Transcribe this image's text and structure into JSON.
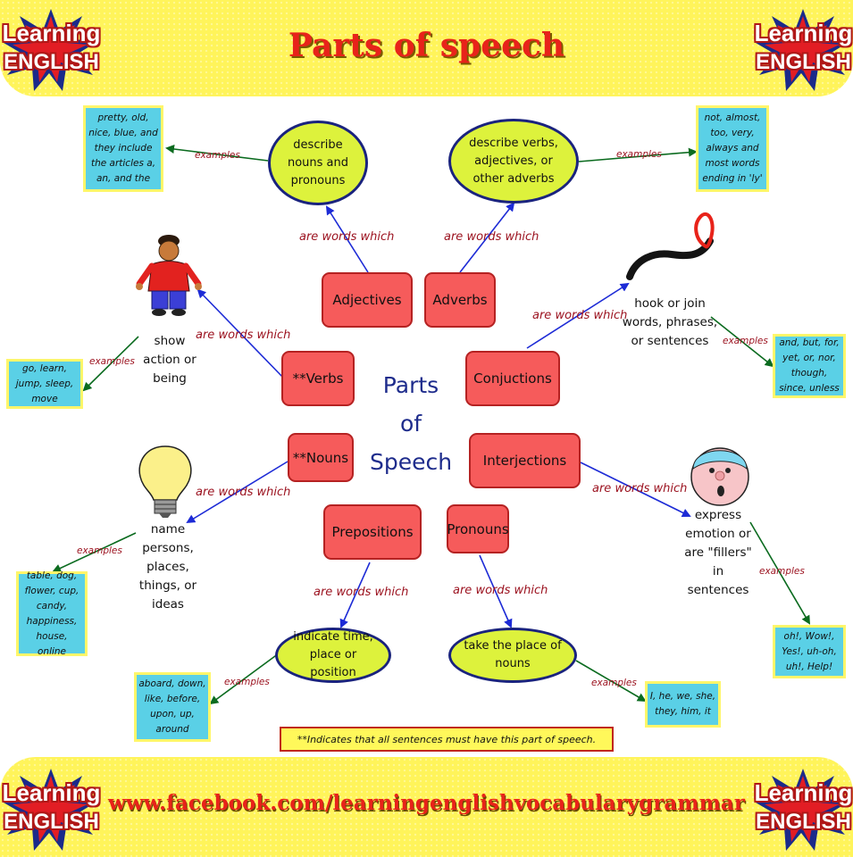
{
  "header": {
    "title": "Parts of speech"
  },
  "footer": {
    "url": "www.facebook.com/learningenglishvocabularygrammar"
  },
  "logo": {
    "line1": "Learning",
    "line2": "ENGLISH"
  },
  "center": {
    "line1": "Parts",
    "line2": "of",
    "line3": "Speech"
  },
  "boxes": {
    "adjectives": "Adjectives",
    "adverbs": "Adverbs",
    "verbs": "**Verbs",
    "conjunctions": "Conjuctions",
    "nouns": "**Nouns",
    "interjections": "Interjections",
    "prepositions": "Prepositions",
    "pronouns": "Pronouns"
  },
  "connector": "are words which",
  "examples_label": "examples",
  "descriptions": {
    "adjectives": "describe nouns and pronouns",
    "adverbs": "describe verbs, adjectives, or other adverbs",
    "verbs": "show action or being",
    "conjunctions": "hook or join words, phrases, or sentences",
    "nouns": "name persons, places, things, or ideas",
    "interjections": "express emotion or are \"fillers\" in sentences",
    "prepositions": "indicate time, place or position",
    "pronouns": "take the place of nouns"
  },
  "examples": {
    "adjectives": "pretty, old, nice, blue, and they include the articles a, an, and the",
    "adverbs": "not, almost, too, very, always and most words ending in 'ly'",
    "verbs": "go, learn, jump, sleep, move",
    "conjunctions": "and, but, for, yet, or, nor, though, since, unless",
    "nouns": "table, dog, flower, cup, candy, happiness, house, online",
    "interjections": "oh!, Wow!, Yes!, uh-oh, uh!, Help!",
    "prepositions": "aboard, down, like, before, upon, up, around",
    "pronouns": "I, he, we, she, they, him, it"
  },
  "note": "**Indicates that all sentences must have this part of speech.",
  "colors": {
    "box": "#f65b5b",
    "oval": "#ddf23c",
    "examples_box": "#5ad0e6",
    "band": "#fff45a",
    "title": "#e8231a",
    "label": "#9c1421"
  },
  "icons": [
    "boy-figure",
    "light-bulb",
    "hook",
    "surprised-face",
    "uk-flag"
  ]
}
